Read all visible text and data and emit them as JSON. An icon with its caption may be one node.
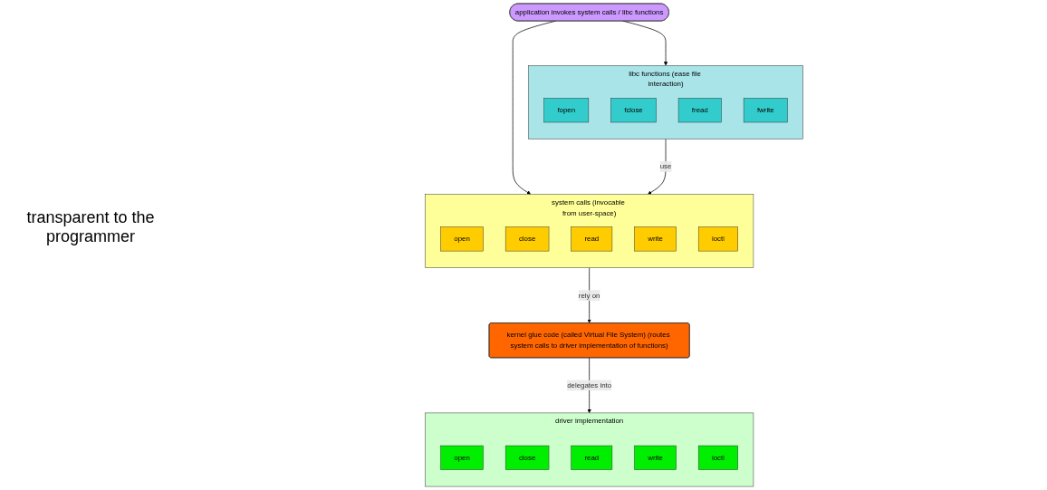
{
  "diagram": {
    "nodes": [
      {
        "text": [
          "application invokes system calls / libc functions"
        ]
      },
      {
        "text": [
          "libc functions (ease file interaction)"
        ]
      },
      {
        "text": [
          "fopen"
        ],
        "in": 1
      },
      {
        "text": [
          "fclose"
        ],
        "in": 1
      },
      {
        "text": [
          "fread"
        ],
        "in": 1
      },
      {
        "text": [
          "fwrite"
        ],
        "in": 1
      },
      {
        "text": [
          "system calls (invocable from user-space)"
        ]
      },
      {
        "text": [
          "open"
        ],
        "in": 6
      },
      {
        "text": [
          "close"
        ],
        "in": 6
      },
      {
        "text": [
          "read"
        ],
        "in": 6
      },
      {
        "text": [
          "write"
        ],
        "in": 6
      },
      {
        "text": [
          "ioctl"
        ],
        "in": 6
      },
      {
        "text": [
          "kernel glue code (called Virtual File System) (routes system calls to driver implementation of functions)"
        ]
      },
      {
        "text": [
          "driver implementation"
        ]
      },
      {
        "text": [
          "open"
        ],
        "in": 13
      },
      {
        "text": [
          "close"
        ],
        "in": 13
      },
      {
        "text": [
          "read"
        ],
        "in": 13
      },
      {
        "text": [
          "write"
        ],
        "in": 13
      },
      {
        "text": [
          "ioctl"
        ],
        "in": 13
      }
    ],
    "edges": [
      {
        "from": 0,
        "to": 1,
        "arrow": "to"
      },
      {
        "from": 0,
        "to": 6,
        "arrow": "to"
      },
      {
        "from": 1,
        "to": 6,
        "arrow": "to",
        "label": "use"
      },
      {
        "from": 6,
        "to": 12,
        "arrow": "to",
        "label": "rely on"
      },
      {
        "from": 12,
        "to": 13,
        "arrow": "to",
        "label": "delegates into"
      }
    ],
    "labels": [
      "transparent to the programmer"
    ]
  }
}
